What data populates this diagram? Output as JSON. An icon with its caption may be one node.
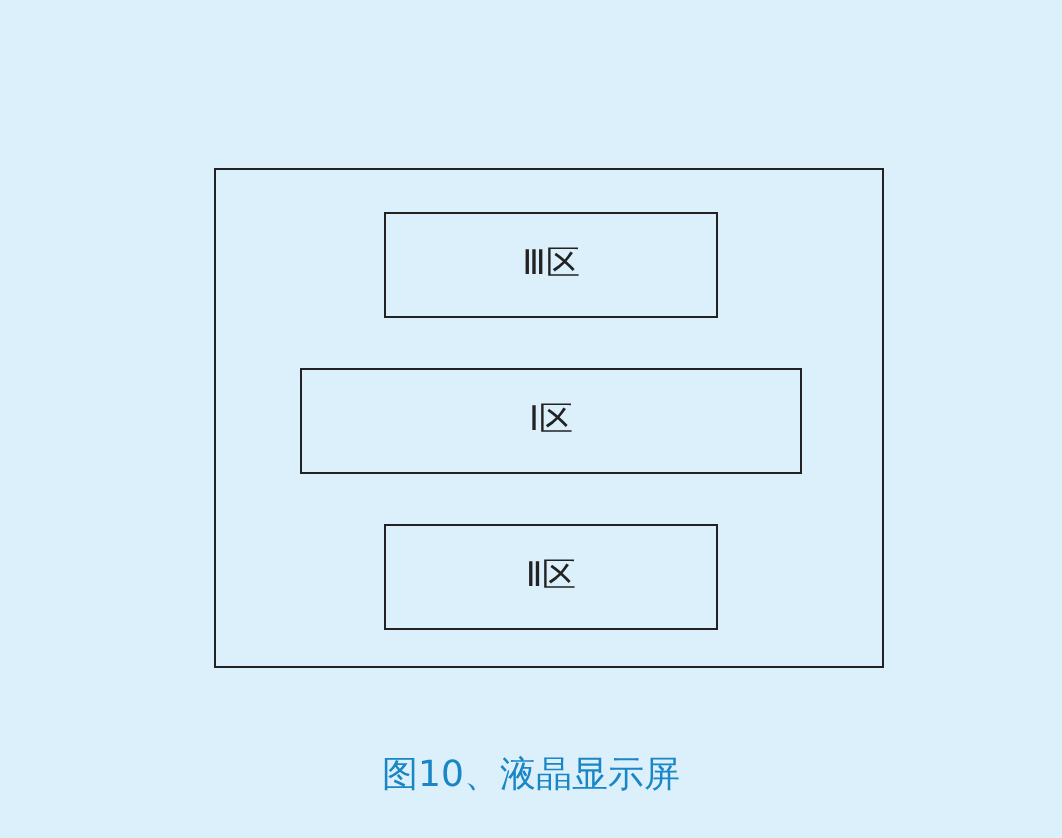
{
  "diagram": {
    "caption": "图10、液晶显示屏",
    "nodes": [
      {
        "text": [],
        "shape": "box"
      },
      {
        "text": [
          "Ⅲ区"
        ],
        "in": 0
      },
      {
        "text": [
          "Ⅰ区"
        ],
        "in": 0
      },
      {
        "text": [
          "Ⅱ区"
        ],
        "in": 0
      }
    ]
  }
}
